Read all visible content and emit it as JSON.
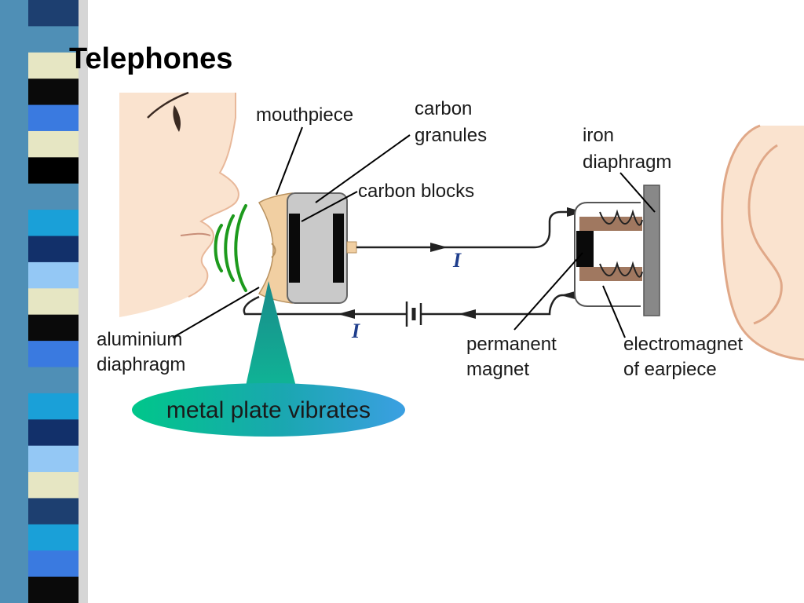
{
  "slide": {
    "title": "Telephones"
  },
  "labels": {
    "mouthpiece": "mouthpiece",
    "carbon_granules": [
      "carbon",
      "granules"
    ],
    "carbon_blocks": "carbon blocks",
    "iron_diaphragm": [
      "iron",
      "diaphragm"
    ],
    "aluminium_diaphragm": [
      "aluminium",
      "diaphragm"
    ],
    "permanent_magnet": [
      "permanent",
      "magnet"
    ],
    "electromagnet": [
      "electromagnet",
      "of earpiece"
    ],
    "current_top": "I",
    "current_bottom": "I"
  },
  "callout": {
    "text": "metal plate vibrates"
  },
  "colors": {
    "skin": "#fae3cf",
    "sound_waves": "#1d9a1d",
    "housing": "#c9c9c9",
    "block": "#0a0a0a",
    "wire": "#222222",
    "callout_top": "#00b6a5",
    "callout_bottom": "#3aa0e0"
  }
}
